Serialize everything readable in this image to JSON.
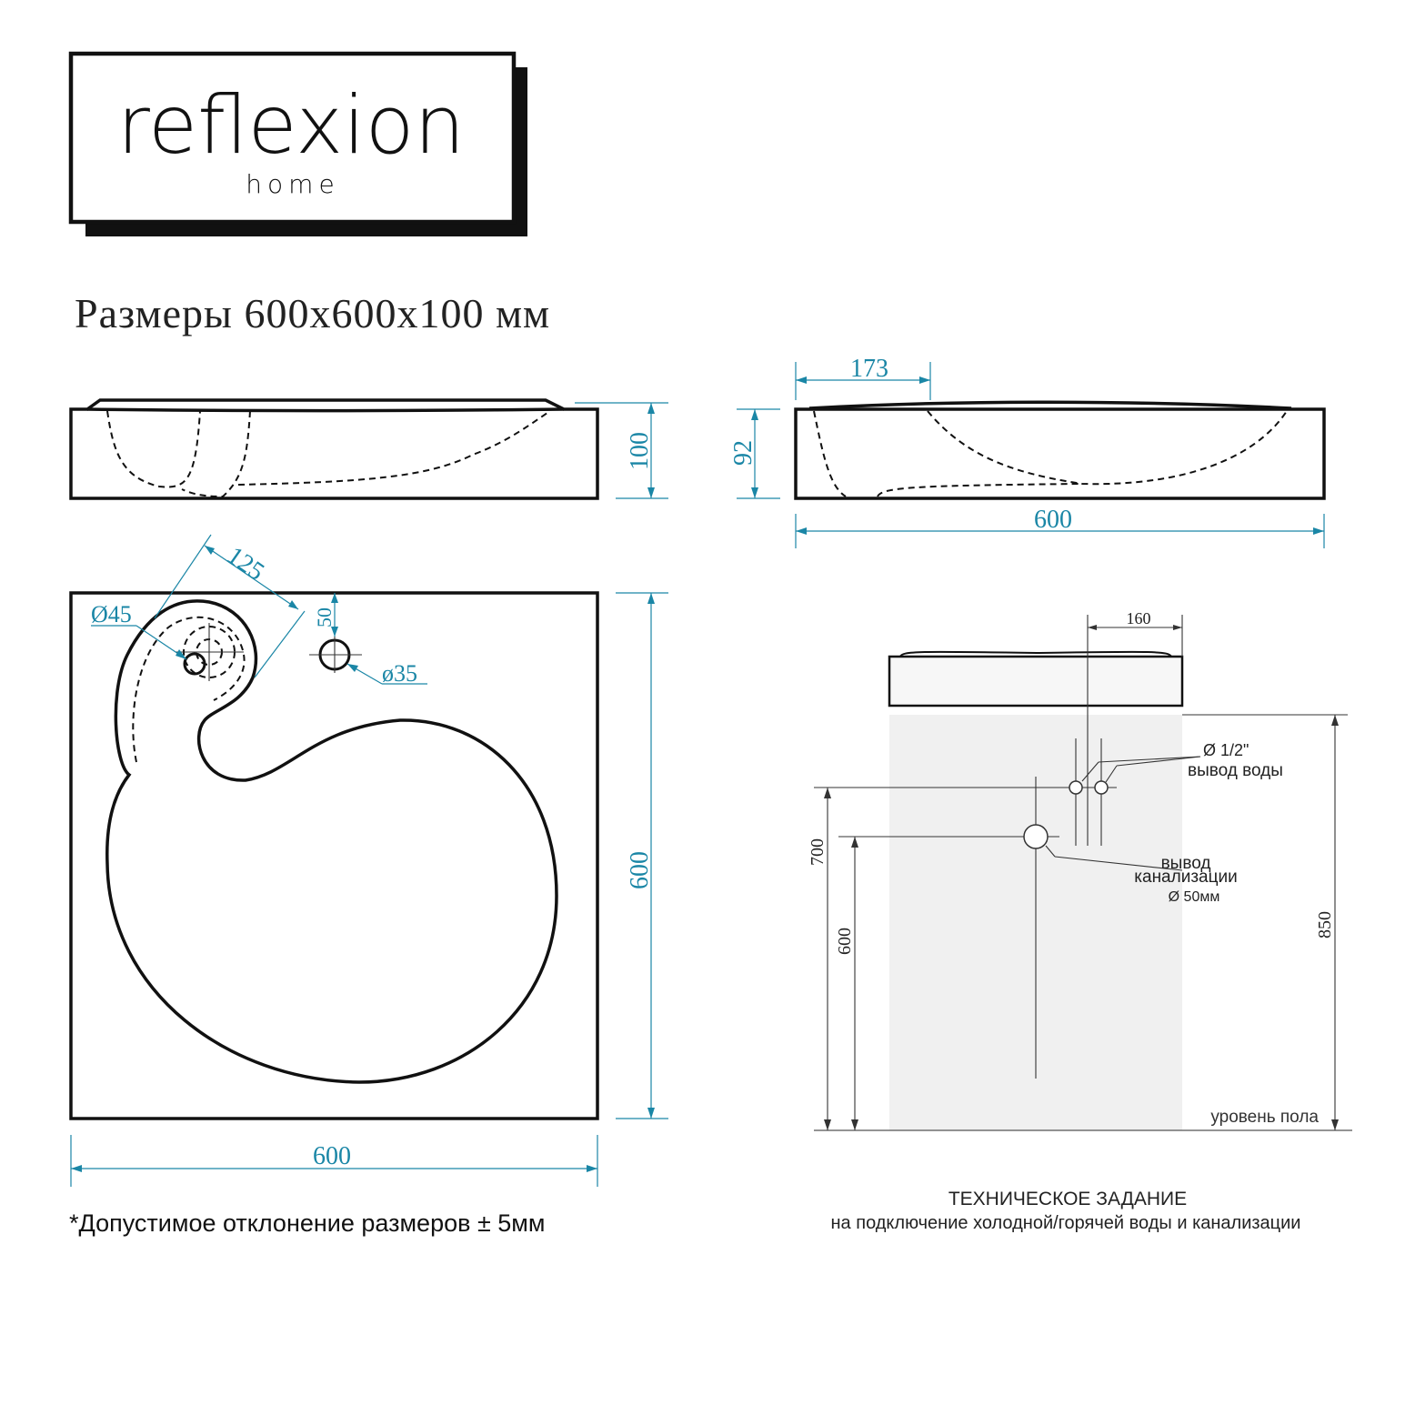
{
  "brand": {
    "name": "reflexion",
    "sub": "home"
  },
  "title": "Размеры 600x600x100 мм",
  "side_view": {
    "height": "100"
  },
  "front_view": {
    "depth": "173",
    "height": "92",
    "width": "600"
  },
  "top_view": {
    "dia_drain": "Ø45",
    "offset_diag": "125",
    "offset_top": "50",
    "dia_tap": "ø35",
    "width": "600",
    "height": "600"
  },
  "tolerance_note": "*Допустимое отклонение размеров ± 5мм",
  "install": {
    "offset": "160",
    "water_label": "Ø 1/2\"",
    "water_text": "вывод воды",
    "sewer_text_1": "вывод",
    "sewer_text_2": "канализации",
    "sewer_dia": "Ø 50мм",
    "h_water": "700",
    "h_sewer": "600",
    "h_top": "850",
    "floor": "уровень пола"
  },
  "spec": {
    "title": "ТЕХНИЧЕСКОЕ ЗАДАНИЕ",
    "subtitle": "на подключение холодной/горячей воды и канализации"
  },
  "colors": {
    "dimension": "#1a86a6",
    "outline": "#111111",
    "wall": "#f0f0f0"
  }
}
